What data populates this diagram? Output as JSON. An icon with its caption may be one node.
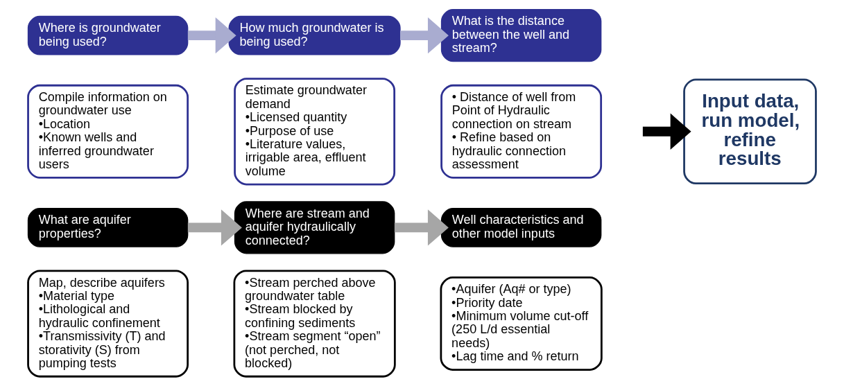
{
  "diagram": {
    "nodes": [
      {
        "text": [
          "Where is groundwater being used?"
        ]
      },
      {
        "text": [
          "Compile information on groundwater use",
          "•Location",
          "•Known wells and inferred groundwater users"
        ]
      },
      {
        "text": [
          "How much groundwater is being used?"
        ]
      },
      {
        "text": [
          "Estimate groundwater demand",
          "•Licensed quantity",
          "•Purpose of use",
          "•Literature values, irrigable area, effluent volume"
        ]
      },
      {
        "text": [
          "What is the distance between the well and stream?"
        ]
      },
      {
        "text": [
          "• Distance of well from Point of Hydraulic connection on stream",
          "• Refine based on hydraulic connection assessment"
        ]
      },
      {
        "text": [
          "What are aquifer properties?"
        ]
      },
      {
        "text": [
          "Map, describe aquifers",
          "•Material type",
          "•Lithological and hydraulic confinement",
          "•Transmissivity (T) and storativity (S) from pumping tests"
        ]
      },
      {
        "text": [
          "Where are stream and aquifer hydraulically connected?"
        ]
      },
      {
        "text": [
          "•Stream perched above groundwater table",
          "•Stream blocked by confining sediments",
          "•Stream segment “open” (not perched, not blocked)"
        ]
      },
      {
        "text": [
          "Well characteristics and other model inputs"
        ]
      },
      {
        "text": [
          "•Aquifer (Aq# or type)",
          "•Priority date",
          "•Minimum volume cut-off (250 L/d essential needs)",
          "•Lag time and % return"
        ]
      },
      {
        "text": [
          "Input data, run model, refine results"
        ]
      }
    ],
    "edges": [
      {
        "from": 0,
        "to": 2,
        "arrow": "to"
      },
      {
        "from": 2,
        "to": 4,
        "arrow": "to"
      },
      {
        "from": 6,
        "to": 8,
        "arrow": "to",
        "color": "#a6a6a6"
      },
      {
        "from": 8,
        "to": 10,
        "arrow": "to",
        "color": "#a6a6a6"
      },
      {
        "from": null,
        "to": 12,
        "arrow": "to",
        "color": "#000000"
      }
    ]
  }
}
